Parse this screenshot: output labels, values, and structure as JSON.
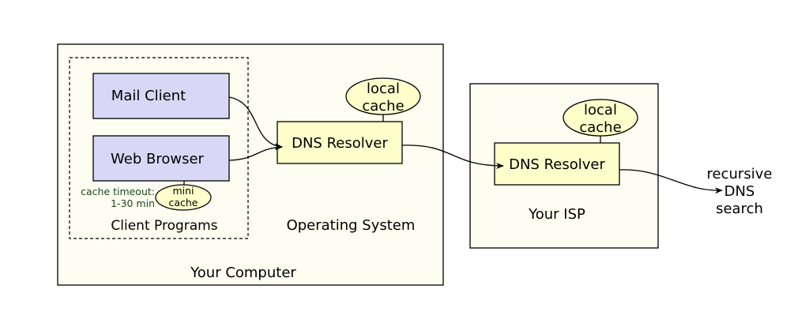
{
  "your_computer": {
    "label": "Your Computer",
    "client_programs": {
      "label": "Client Programs",
      "mail_client": "Mail Client",
      "web_browser": "Web Browser",
      "cache_timeout_line1": "cache timeout:",
      "cache_timeout_line2": "1-30 min",
      "mini_cache_line1": "mini",
      "mini_cache_line2": "cache"
    },
    "operating_system": {
      "label": "Operating System",
      "resolver": "DNS Resolver",
      "cache_line1": "local",
      "cache_line2": "cache"
    }
  },
  "your_isp": {
    "label": "Your ISP",
    "resolver": "DNS Resolver",
    "cache_line1": "local",
    "cache_line2": "cache"
  },
  "recursive_search": {
    "line1": "recursive",
    "line2": "DNS",
    "line3": "search"
  },
  "colors": {
    "outer_box_fill": "#fdfdf1",
    "client_box_fill": "#d8d8f6",
    "resolver_fill": "#ffffcc",
    "timeout_text": "#1e4a1e"
  }
}
